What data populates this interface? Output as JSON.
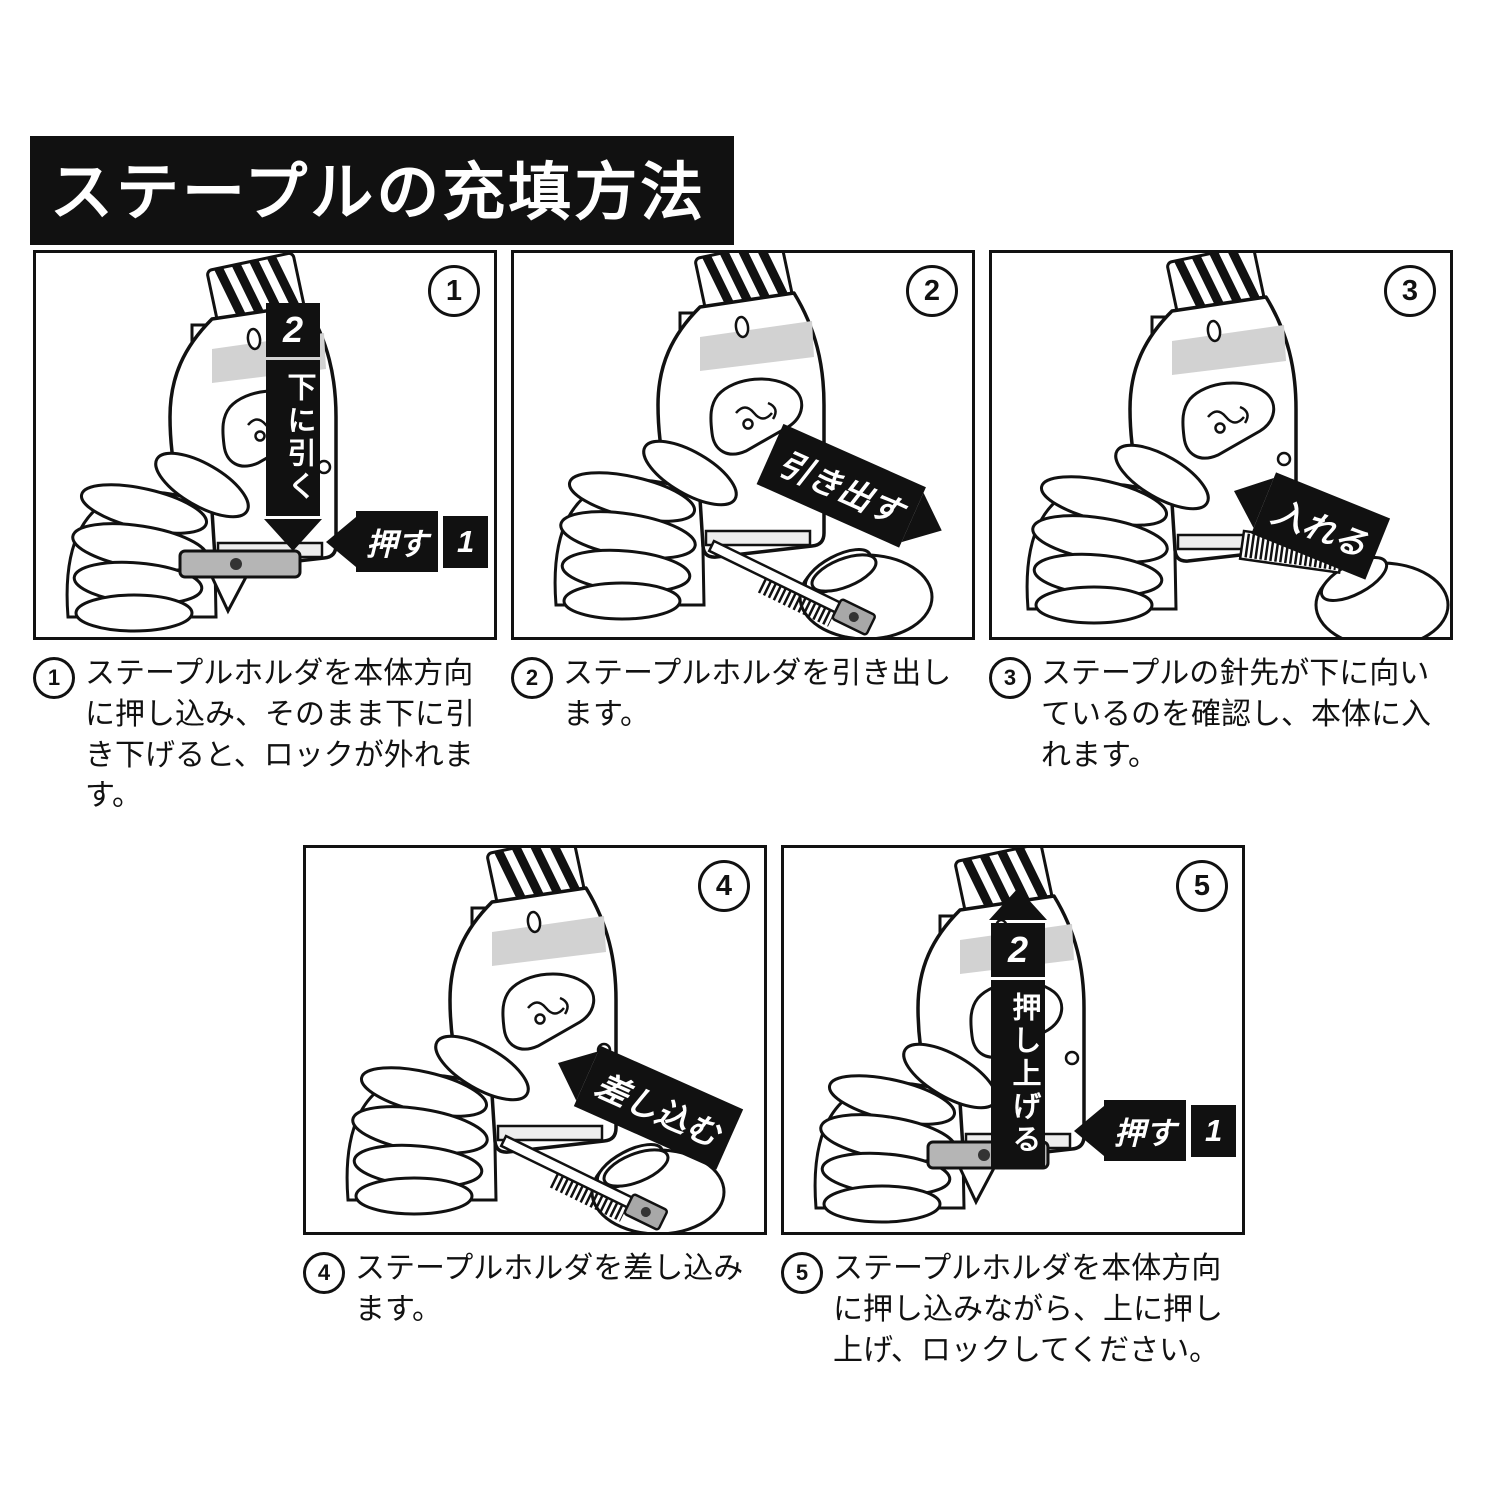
{
  "page": {
    "background": "#ffffff",
    "ink": "#111111",
    "shade_gray": "#d2d2d2"
  },
  "title": "ステープルの充填方法",
  "panels": [
    {
      "badge": "1",
      "caption_marker": "1",
      "caption": "ステープルホルダを本体方向に押し込み、そのまま下に引き下げると、ロックが外れます。",
      "vertical_arrow": {
        "step": "2",
        "label": "下に引く"
      },
      "push_arrow": {
        "label": "押す",
        "step": "1"
      }
    },
    {
      "badge": "2",
      "caption_marker": "2",
      "caption": "ステープルホルダを引き出します。",
      "diagonal_arrow": {
        "label": "引き出す"
      }
    },
    {
      "badge": "3",
      "caption_marker": "3",
      "caption": "ステープルの針先が下に向いているのを確認し、本体に入れます。",
      "diagonal_arrow": {
        "label": "入れる"
      }
    },
    {
      "badge": "4",
      "caption_marker": "4",
      "caption": "ステープルホルダを差し込みます。",
      "diagonal_arrow": {
        "label": "差し込む"
      }
    },
    {
      "badge": "5",
      "caption_marker": "5",
      "caption": "ステープルホルダを本体方向に押し込みながら、上に押し上げ、ロックしてください。",
      "vertical_arrow": {
        "step": "2",
        "label": "押し上げる"
      },
      "push_arrow": {
        "label": "押す",
        "step": "1"
      }
    }
  ]
}
